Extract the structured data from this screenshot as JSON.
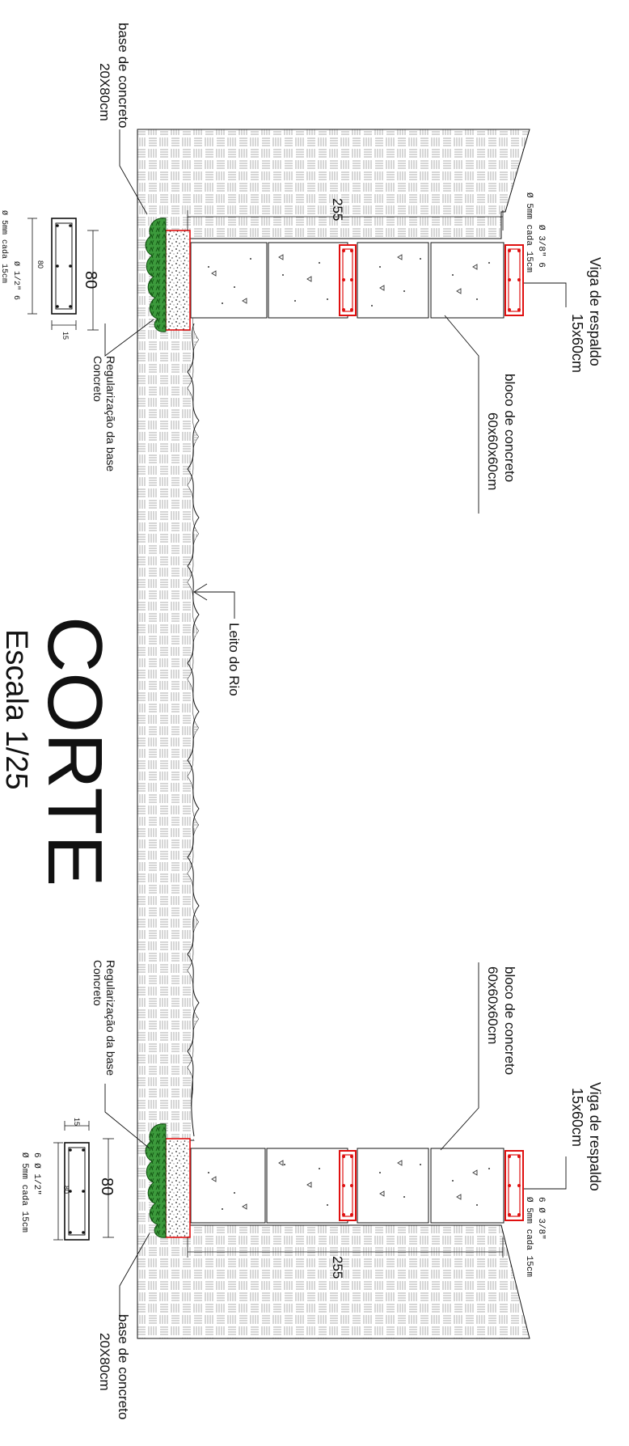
{
  "title": "CORTE",
  "scale": "Escala 1/25",
  "labels": {
    "base_concreto_line1": "base de concreto",
    "base_concreto_line2": "20X80cm",
    "bloco_line1": "bloco de concreto",
    "bloco_line2": "60x60x60cm",
    "viga_line1": "Viga de respaldo",
    "viga_line2": "15x60cm",
    "regularizacao_line1": "Regularização da base",
    "regularizacao_line2": "Concreto",
    "leito": "Leito do Rio"
  },
  "dimensions": {
    "base_width": "80",
    "span": "255",
    "section_height": "80",
    "section_depth": "15"
  },
  "rebar": {
    "viga_top_line1": "Ø 3/8\" 6",
    "viga_top_line2": "Ø 5mm cada 15cm",
    "viga_bottom_line1": "6 Ø 3/8\"",
    "viga_bottom_line2": "Ø 5mm cada 15cm",
    "base_top_line1": "Ø 1/2\" 6",
    "base_top_line2": "Ø 5mm cada 15cm",
    "base_bottom_line1": "6 Ø 1/2\"",
    "base_bottom_line2": "Ø 5mm cada 15cm"
  },
  "colors": {
    "line": "#111111",
    "rebar_red": "#e01010",
    "grass_green": "#2e8b2e",
    "grass_dark": "#0f4f0f",
    "hatch": "#8a8a8a"
  }
}
